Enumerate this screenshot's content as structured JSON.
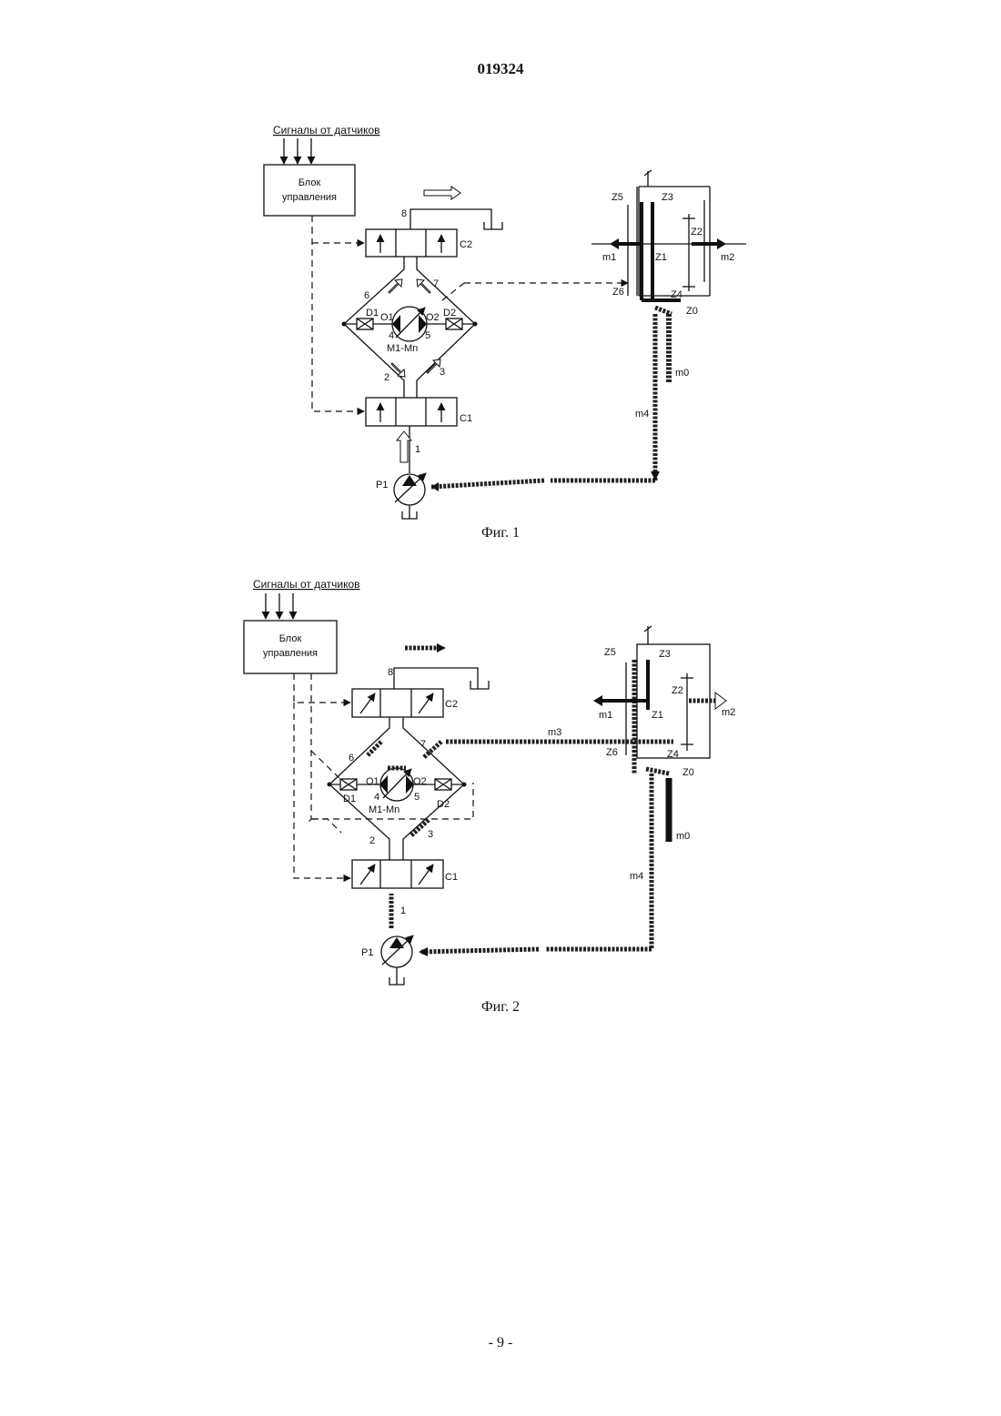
{
  "document": {
    "number": "019324",
    "page": "- 9 -"
  },
  "figures": [
    {
      "caption": "Фиг. 1",
      "sensor_title": "Сигналы от датчиков",
      "control_unit": [
        "Блок",
        "управления"
      ],
      "labels": {
        "c1": "C1",
        "c2": "C2",
        "p1": "P1",
        "d1": "D1",
        "d2": "D2",
        "o1": "O1",
        "o2": "O2",
        "motor": "M1-Mn",
        "n1": "1",
        "n2": "2",
        "n3": "3",
        "n4": "4",
        "n5": "5",
        "n6": "6",
        "n7": "7",
        "n8": "8",
        "z0": "Z0",
        "z1": "Z1",
        "z2": "Z2",
        "z3": "Z3",
        "z4": "Z4",
        "z5": "Z5",
        "z6": "Z6",
        "m0": "m0",
        "m1": "m1",
        "m2": "m2",
        "m4": "m4"
      }
    },
    {
      "caption": "Фиг. 2",
      "sensor_title": "Сигналы от датчиков",
      "control_unit": [
        "Блок",
        "управления"
      ],
      "labels": {
        "c1": "C1",
        "c2": "C2",
        "p1": "P1",
        "d1": "D1",
        "d2": "D2",
        "o1": "O1",
        "o2": "O2",
        "motor": "M1-Mn",
        "n1": "1",
        "n2": "2",
        "n3": "3",
        "n4": "4",
        "n5": "5",
        "n6": "6",
        "n7": "7",
        "n8": "8",
        "z0": "Z0",
        "z1": "Z1",
        "z2": "Z2",
        "z3": "Z3",
        "z4": "Z4",
        "z5": "Z5",
        "z6": "Z6",
        "m0": "m0",
        "m1": "m1",
        "m2": "m2",
        "m3": "m3",
        "m4": "m4"
      }
    }
  ]
}
